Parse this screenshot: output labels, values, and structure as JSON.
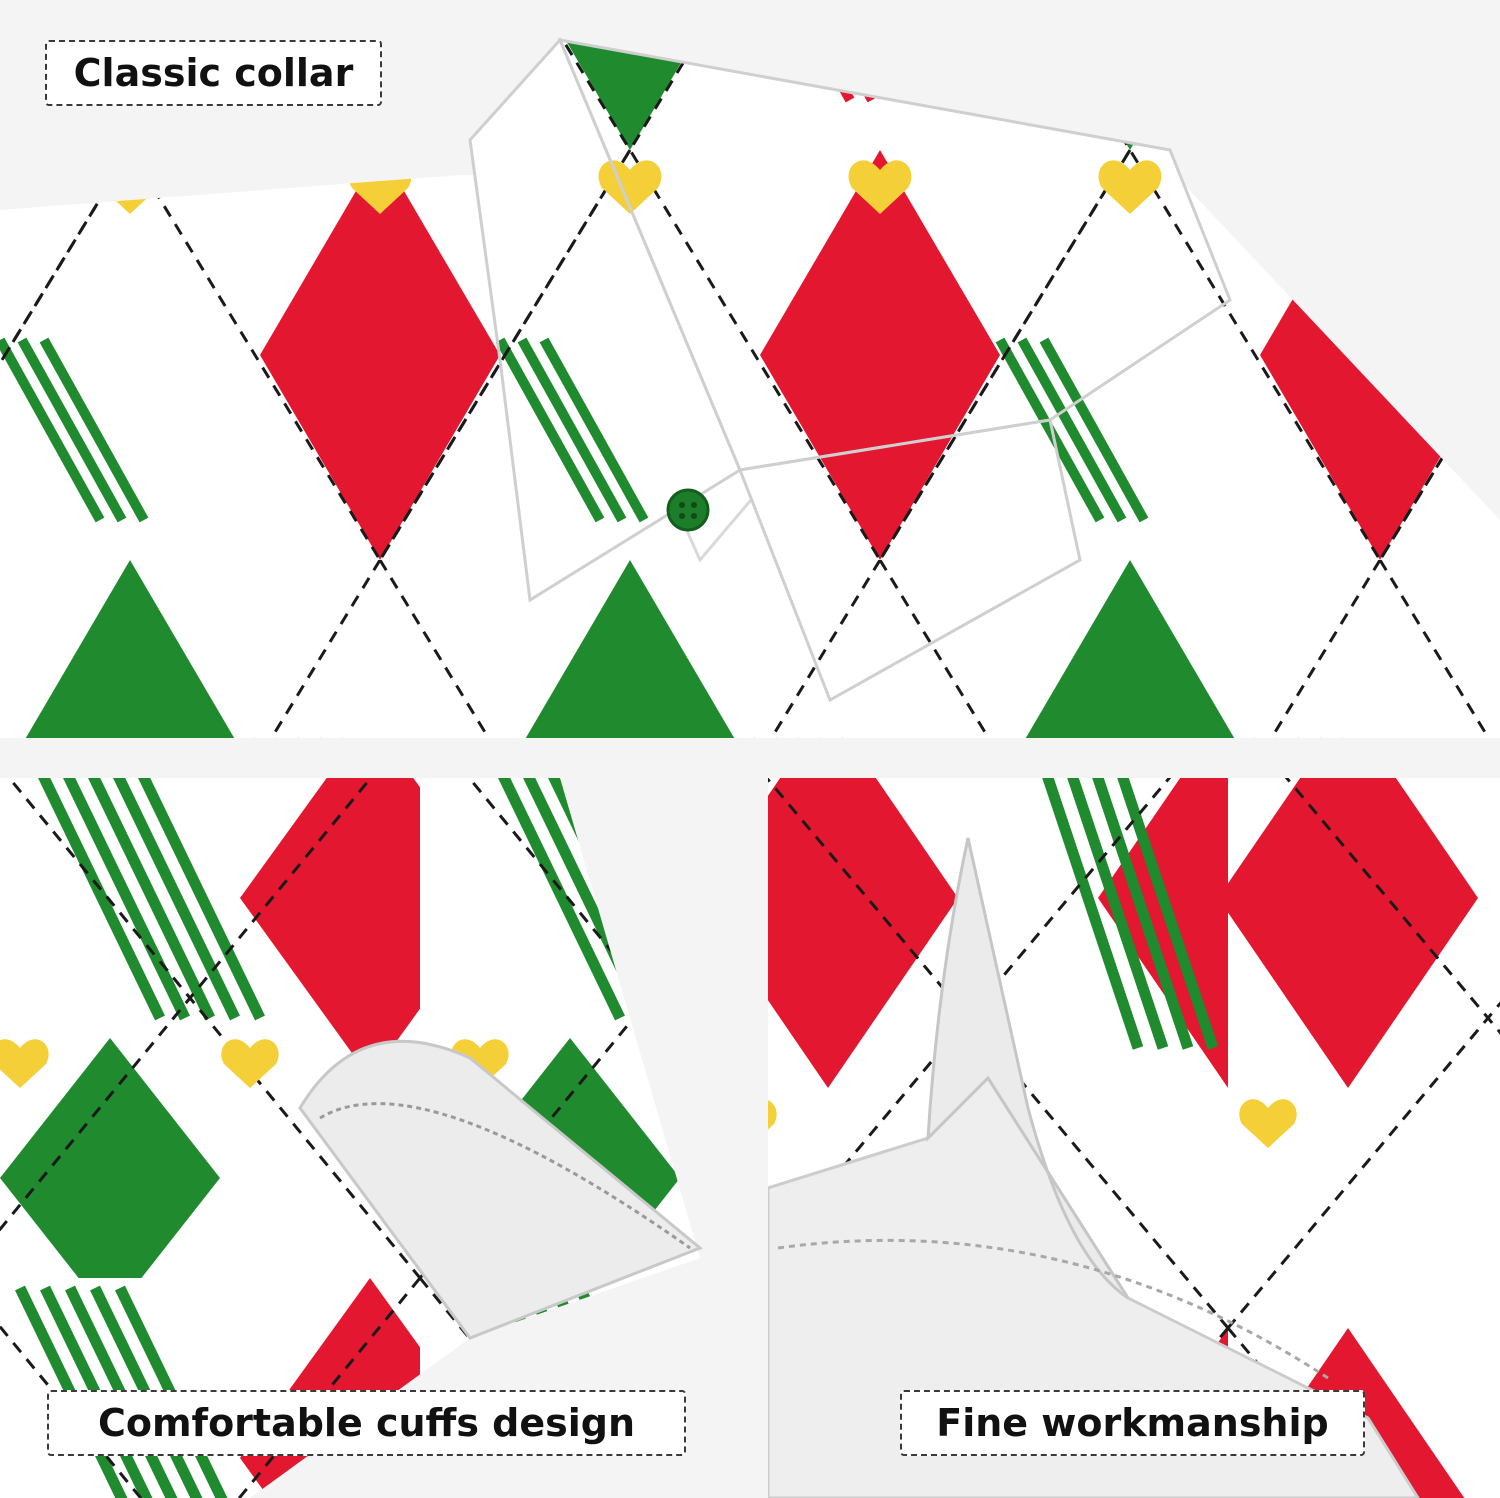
{
  "labels": {
    "collar": "Classic collar",
    "cuffs": "Comfortable cuffs design",
    "workmanship": "Fine workmanship"
  },
  "colors": {
    "green": "#1f8a2e",
    "red": "#e3172f",
    "yellow": "#f5cf38",
    "white": "#ffffff",
    "stitch": "#1a1a1a",
    "background": "#f4f4f4"
  }
}
